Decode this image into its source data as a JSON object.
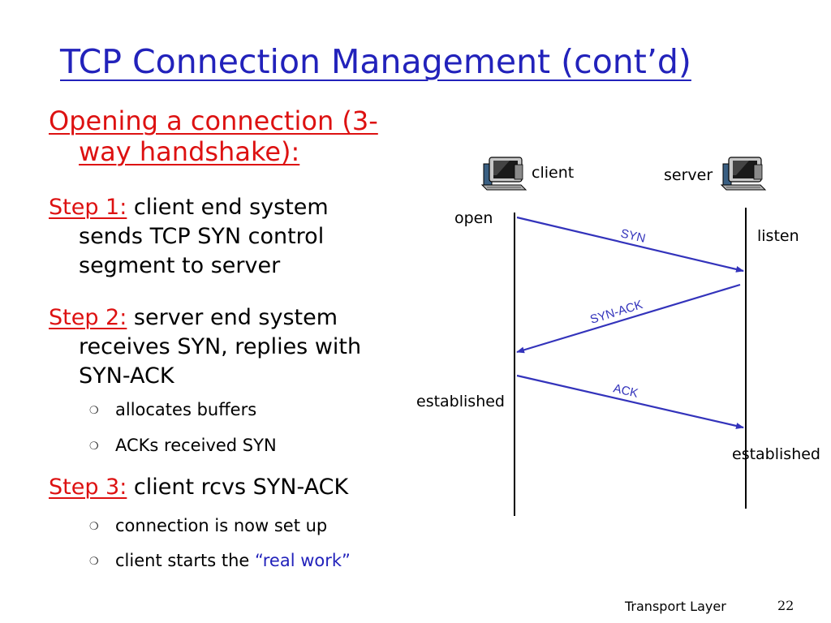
{
  "slide": {
    "title": "TCP Connection Management (cont’d)",
    "heading_line1": "Opening a connection (3-",
    "heading_line2": "way handshake):",
    "step1": {
      "label": "Step 1:",
      "line1": " client end system",
      "line2": "sends TCP SYN control",
      "line3": "segment to server"
    },
    "step2": {
      "label": "Step 2:",
      "line1": " server end system",
      "line2": "receives SYN, replies with",
      "line3": "SYN-ACK"
    },
    "step2_bullets": [
      "allocates buffers",
      "ACKs received SYN"
    ],
    "step3": {
      "label": "Step 3:",
      "line1": " client rcvs SYN-ACK"
    },
    "step3_bullets": [
      "connection is now set up",
      "client starts the "
    ],
    "real_work": "“real work”",
    "footer_text": "Transport Layer",
    "page_number": "22"
  },
  "diagram": {
    "client_label": "client",
    "server_label": "server",
    "state_open": "open",
    "state_listen": "listen",
    "state_client_established": "established",
    "state_server_established": "established",
    "msg_syn": "SYN",
    "msg_synack": "SYN-ACK",
    "msg_ack": "ACK",
    "arrow_color": "#3333bb",
    "bullet_icon": "hollow-circle-bullet-icon"
  }
}
